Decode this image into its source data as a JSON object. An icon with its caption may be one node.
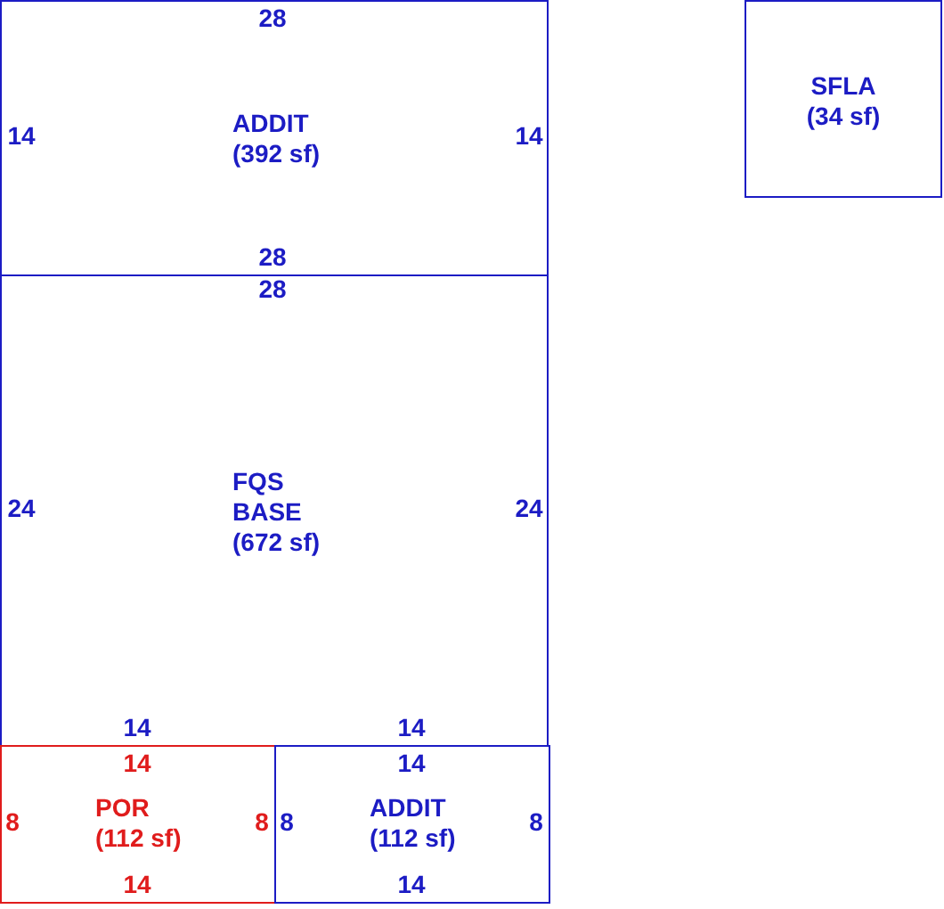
{
  "diagram": {
    "nodes": [
      {
        "text": [
          "ADDIT",
          "(392 sf)"
        ]
      },
      {
        "text": [
          "FQS BASE",
          "(672 sf)"
        ]
      },
      {
        "text": [
          "POR",
          "(112 sf)"
        ]
      },
      {
        "text": [
          "ADDIT",
          "(112 sf)"
        ]
      },
      {
        "text": [
          "SFLA",
          "(34 sf)"
        ]
      }
    ],
    "labels": [
      "28",
      "14",
      "14",
      "28",
      "28",
      "24",
      "24",
      "14",
      "14",
      "14",
      "14",
      "8",
      "8",
      "8",
      "8",
      "14",
      "14"
    ]
  }
}
